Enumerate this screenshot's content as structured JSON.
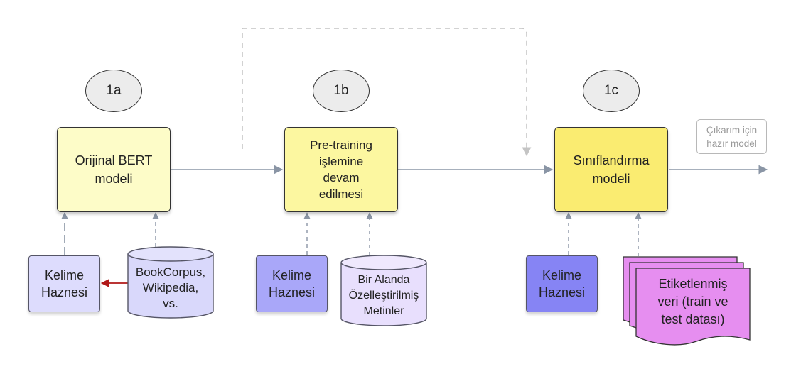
{
  "steps": {
    "1a": {
      "tag": "1a",
      "box": "Orijinal BERT\nmodeli",
      "vocab": "Kelime\nHaznesi",
      "corpus": "BookCorpus,\nWikipedia,\nvs."
    },
    "1b": {
      "tag": "1b",
      "box": "Pre-training\nişlemine\ndevam\nedilmesi",
      "vocab": "Kelime\nHaznesi",
      "corpus": "Bir Alanda\nÖzelleştirilmiş\nMetinler"
    },
    "1c": {
      "tag": "1c",
      "box": "Sınıflandırma\nmodeli",
      "vocab": "Kelime\nHaznesi",
      "labeled_data": "Etiketlenmiş\nveri (train ve\ntest datası)"
    }
  },
  "output_note": "Çıkarım için\nhazır model",
  "colors": {
    "box_1a": "#fdfcc8",
    "box_1b": "#fcf7a0",
    "box_1c": "#faec71",
    "vocab_1a": "#dddcfd",
    "vocab_1b": "#a9a7f9",
    "vocab_1c": "#8684f4",
    "corpus_1a": "#d9d8fb",
    "corpus_1b": "#e8dffd",
    "labeled_data": "#e68ef0",
    "connector": "#8a95a5",
    "dashed_connector": "#b9b9b9",
    "highlight_arrow": "#b01818"
  }
}
